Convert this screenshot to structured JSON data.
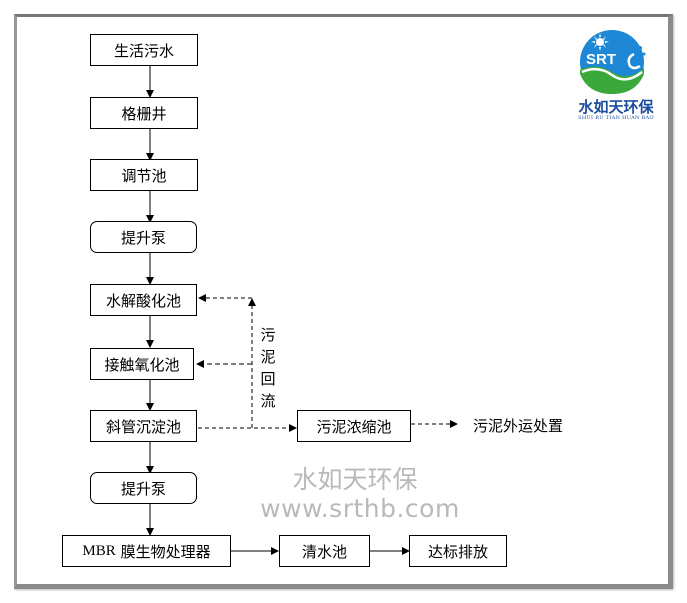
{
  "flow": {
    "main_steps": [
      {
        "id": "domestic-sewage",
        "label": "生活污水",
        "shape": "rect"
      },
      {
        "id": "screen-well",
        "label": "格栅井",
        "shape": "rect"
      },
      {
        "id": "equalization-tank",
        "label": "调节池",
        "shape": "rect"
      },
      {
        "id": "lift-pump-1",
        "label": "提升泵",
        "shape": "rounded"
      },
      {
        "id": "hydrolysis-acidification-tank",
        "label": "水解酸化池",
        "shape": "rect"
      },
      {
        "id": "contact-oxidation-tank",
        "label": "接触氧化池",
        "shape": "rect"
      },
      {
        "id": "inclined-tube-settling-tank",
        "label": "斜管沉淀池",
        "shape": "rect"
      },
      {
        "id": "lift-pump-2",
        "label": "提升泵",
        "shape": "rounded"
      }
    ],
    "mbr": {
      "prefix": "MBR",
      "label": "膜生物处理器"
    },
    "clear_water_tank": "清水池",
    "discharge": "达标排放",
    "sludge_thickener": "污泥浓缩池",
    "sludge_disposal": "污泥外运处置",
    "sludge_return_label": [
      "污",
      "泥",
      "回",
      "流"
    ]
  },
  "watermark": {
    "name": "水如天环保",
    "url": "www.srthb.com"
  },
  "logo": {
    "initials": "SRT",
    "name": "水如天环保",
    "pinyin": "SHUI RU TIAN HUAN BAO",
    "colors": {
      "blue": "#1e88d6",
      "green": "#3aa83a",
      "text": "#1a4c9e"
    }
  }
}
